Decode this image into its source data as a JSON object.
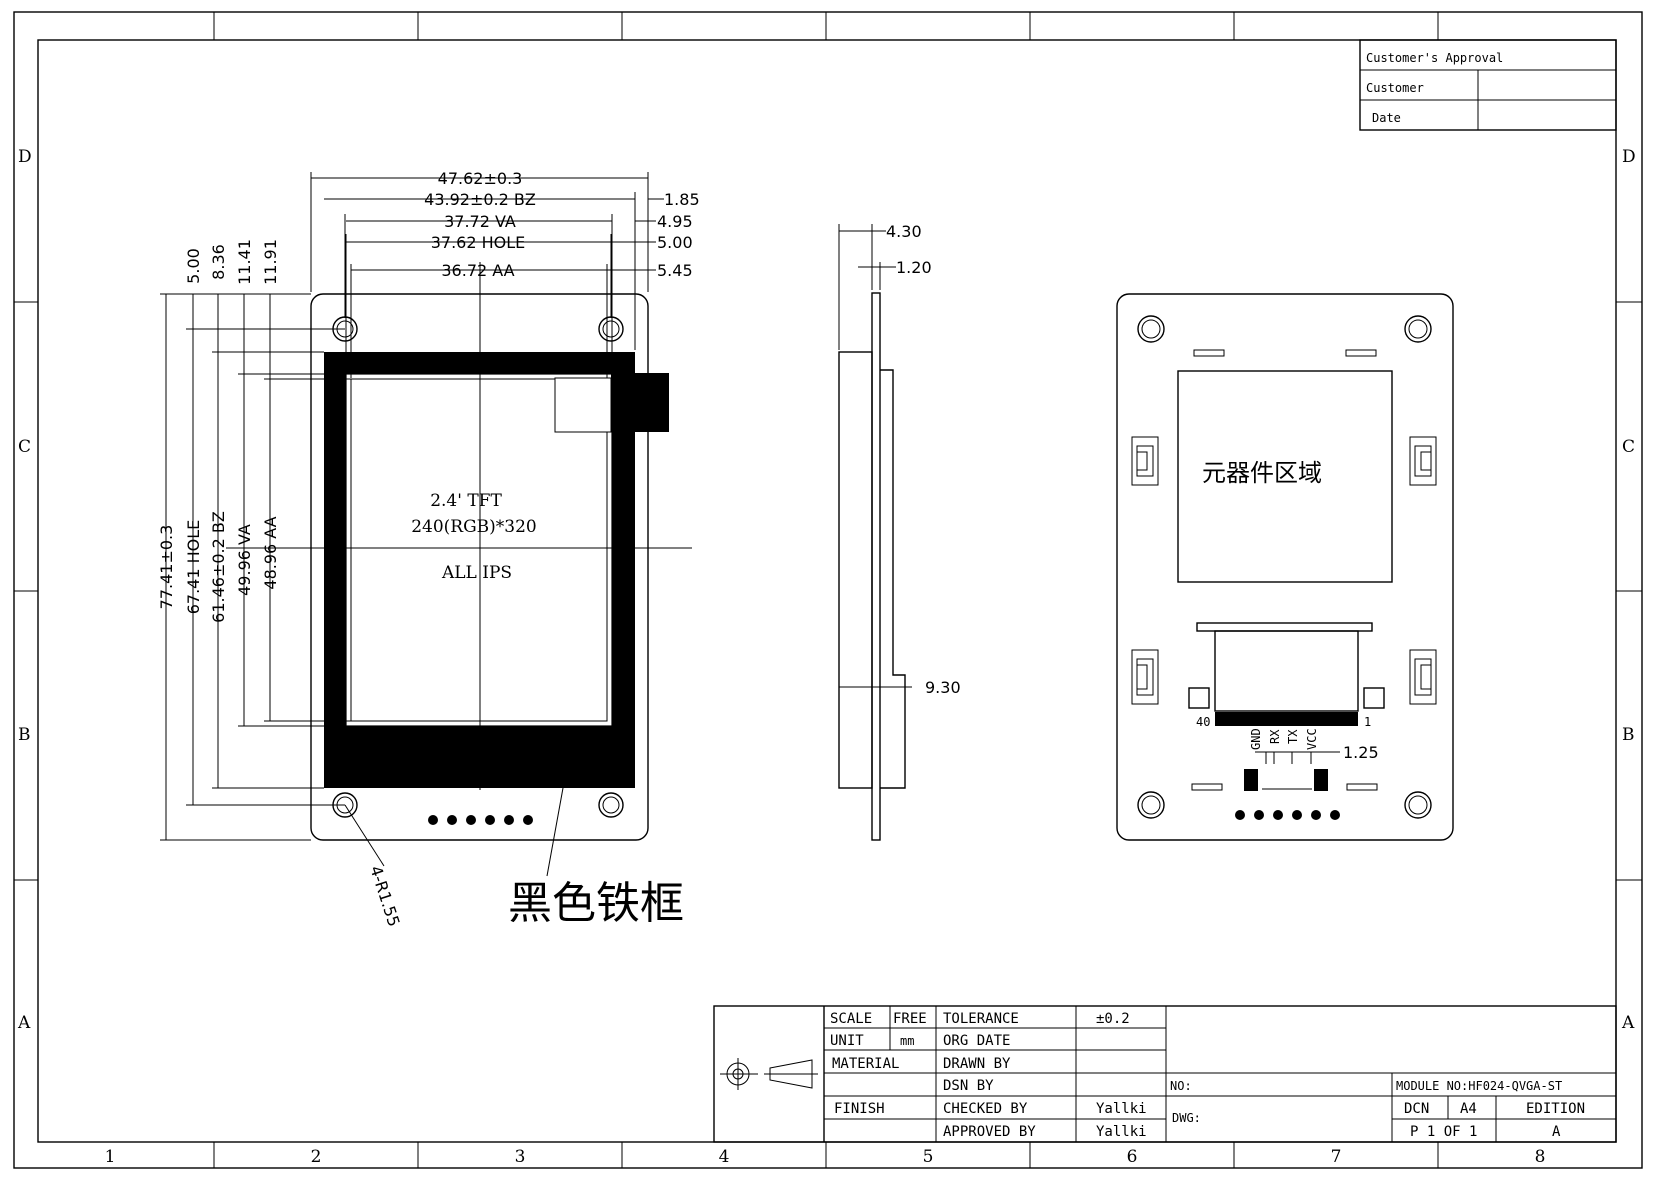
{
  "border": {
    "columns": [
      "1",
      "2",
      "3",
      "4",
      "5",
      "6",
      "7",
      "8"
    ],
    "rows": [
      "D",
      "C",
      "B",
      "A"
    ]
  },
  "approval": {
    "title": "Customer's Approval",
    "customer_label": "Customer",
    "date_label": "Date"
  },
  "front": {
    "dims_top": [
      "47.62±0.3",
      "43.92±0.2 BZ",
      "37.72 VA",
      "37.62 HOLE",
      "36.72 AA"
    ],
    "dims_top_right": [
      "1.85",
      "4.95",
      "5.00",
      "5.45"
    ],
    "dims_side_vertical": [
      "5.00",
      "8.36",
      "11.41",
      "11.91"
    ],
    "dims_left": [
      "77.41±0.3",
      "67.41 HOLE",
      "61.46±0.2 BZ",
      "49.96 VA",
      "48.96 AA"
    ],
    "screen_text": [
      "2.4' TFT",
      "240(RGB)*320",
      "ALL IPS"
    ],
    "hole_note": "4-R1.55",
    "frame_note": "黑色铁框"
  },
  "side": {
    "dims": [
      "4.30",
      "1.20",
      "9.30"
    ]
  },
  "back": {
    "component_area": "元器件区域",
    "pin_first": "40",
    "pin_last": "1",
    "signal_labels": [
      "GND",
      "RX",
      "TX",
      "VCC"
    ],
    "pitch": "1.25"
  },
  "title_block": {
    "scale_label": "SCALE",
    "scale_value": "FREE",
    "tolerance_label": "TOLERANCE",
    "tolerance_value": "±0.2",
    "unit_label": "UNIT",
    "unit_value": "mm",
    "org_date_label": "ORG DATE",
    "material_label": "MATERIAL",
    "drawn_by_label": "DRAWN BY",
    "dsn_by_label": "DSN BY",
    "finish_label": "FINISH",
    "checked_by_label": "CHECKED BY",
    "checked_by_value": "Yallki",
    "approved_by_label": "APPROVED BY",
    "approved_by_value": "Yallki",
    "no_label": "NO:",
    "dwg_label": "DWG:",
    "module_no": "MODULE NO:HF024-QVGA-ST",
    "dcn_label": "DCN",
    "size_value": "A4",
    "edition_label": "EDITION",
    "page_label": "P 1 OF 1",
    "edition_value": "A"
  }
}
